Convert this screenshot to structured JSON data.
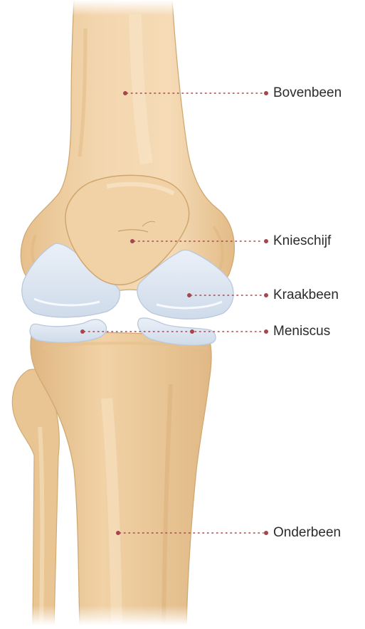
{
  "labels": {
    "femur": "Bovenbeen",
    "patella": "Knieschijf",
    "cartilage": "Kraakbeen",
    "meniscus": "Meniscus",
    "tibia": "Onderbeen"
  },
  "colors": {
    "bone": "#f1d2a6",
    "bone_shadow": "#dcb57f",
    "bone_highlight": "#f8e2c2",
    "cartilage": "#dde7f3",
    "cartilage_edge": "#b9c8dc",
    "leader": "#a8454c",
    "text": "#2b2b2b"
  }
}
